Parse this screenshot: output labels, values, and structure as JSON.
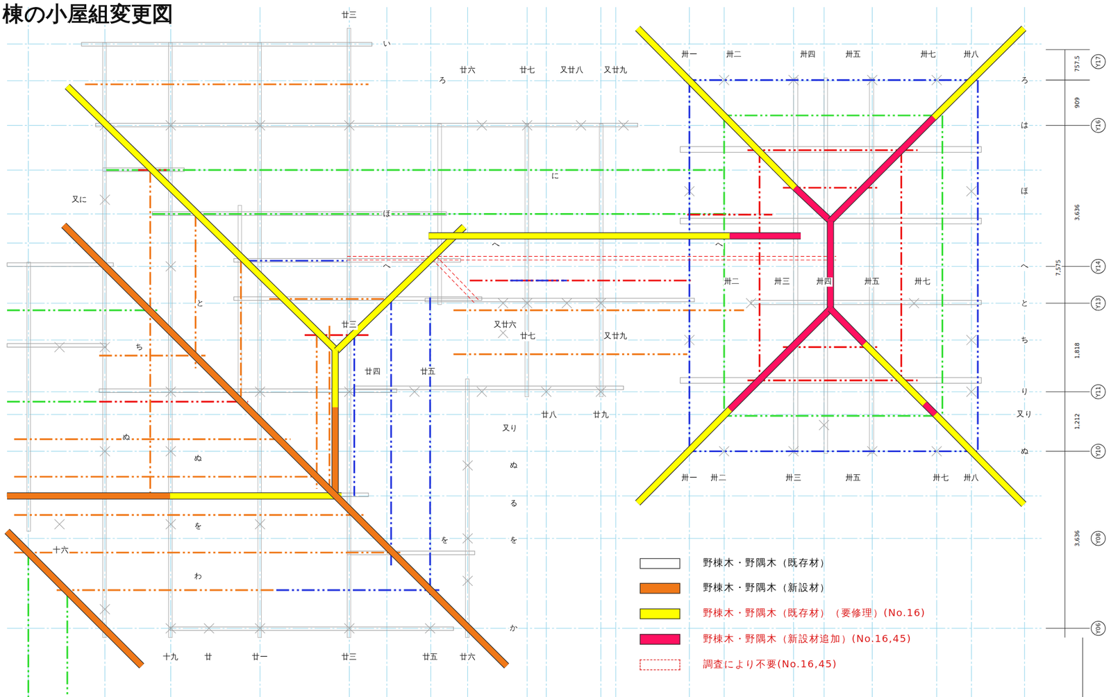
{
  "diagram": {
    "title": "棟の小屋組変更図",
    "labels": [
      "廿三",
      "い",
      "ろ",
      "廿六",
      "廿七",
      "又廿八",
      "又廿九",
      "に",
      "又に",
      "ほ",
      "へ",
      "へ",
      "へ",
      "と",
      "ち",
      "廿三",
      "又廿六",
      "廿七",
      "又廿九",
      "廿四",
      "廿五",
      "廿八",
      "廿九",
      "又り",
      "ぬ",
      "ぬ",
      "ぬ",
      "る",
      "を",
      "を",
      "を",
      "十六",
      "わ",
      "か",
      "十九",
      "廿",
      "廿一",
      "廿三",
      "廿五",
      "廿六",
      "卅一",
      "卅二",
      "卅四",
      "卅五",
      "卅七",
      "卅八",
      "卅二",
      "卅三",
      "卅四",
      "卅五",
      "卅七",
      "卅一",
      "卅二",
      "卅三",
      "卅五",
      "卅七",
      "卅八",
      "ろ",
      "は",
      "ほ",
      "へ",
      "と",
      "ち",
      "り",
      "又り",
      "ぬ",
      "757.5",
      "909",
      "3,636",
      "7,575",
      "1,818",
      "1,212",
      "3,636",
      "Y17",
      "Y16",
      "Y14",
      "Y13",
      "Y11",
      "Y10",
      "Y08",
      "Y06"
    ],
    "legend": [
      {
        "text": "野棟木・野隅木（既存材）",
        "color": "#ffffff"
      },
      {
        "text": "野棟木・野隅木（新設材）",
        "color": "#f07818"
      },
      {
        "text": "野棟木・野隅木（既存材）（要修理）(No.16)",
        "color": "#ffff00"
      },
      {
        "text": "野棟木・野隅木（新設材追加）(No.16,45)",
        "color": "#ff1060"
      },
      {
        "text": "調査により不要(No.16,45)"
      }
    ]
  }
}
